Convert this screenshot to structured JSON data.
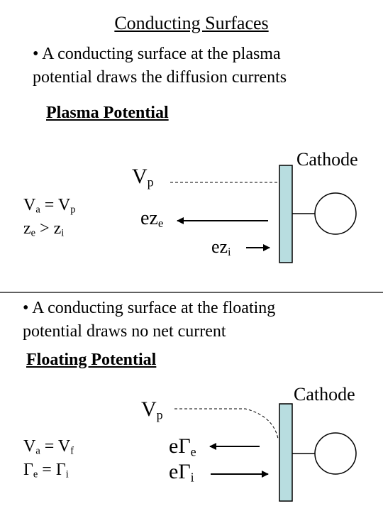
{
  "title": "Conducting Surfaces",
  "section1": {
    "bullet_line1": "• A conducting surface at the plasma",
    "bullet_line2": "potential draws the diffusion currents",
    "heading": "Plasma Potential",
    "eq1": {
      "a": "V",
      "a_sub": "a",
      "op": " = ",
      "b": "V",
      "b_sub": "p"
    },
    "eq2": {
      "a": "z",
      "a_sub": "e",
      "op": " > ",
      "b": "z",
      "b_sub": "i"
    },
    "diagram": {
      "vp": "V",
      "vp_sub": "p",
      "eze": "ez",
      "eze_sub": "e",
      "ezi": "ez",
      "ezi_sub": "i",
      "cathode": "Cathode",
      "va": "V",
      "va_sub": "a",
      "colors": {
        "cathode_fill": "#b8dde0"
      }
    }
  },
  "section2": {
    "bullet_line1": "• A conducting surface at the floating",
    "bullet_line2": "potential draws no net current",
    "heading": "Floating Potential",
    "eq1": {
      "a": "V",
      "a_sub": "a",
      "op": " = ",
      "b": "V",
      "b_sub": "f"
    },
    "eq2": {
      "a": "Γ",
      "a_sub": "e",
      "op": " = ",
      "b": "Γ",
      "b_sub": "i"
    },
    "diagram": {
      "vp": "V",
      "vp_sub": "p",
      "ege": "eΓ",
      "ege_sub": "e",
      "egi": "eΓ",
      "egi_sub": "i",
      "cathode": "Cathode",
      "va": "V",
      "va_sub": "a",
      "colors": {
        "cathode_fill": "#b8dde0"
      }
    }
  }
}
